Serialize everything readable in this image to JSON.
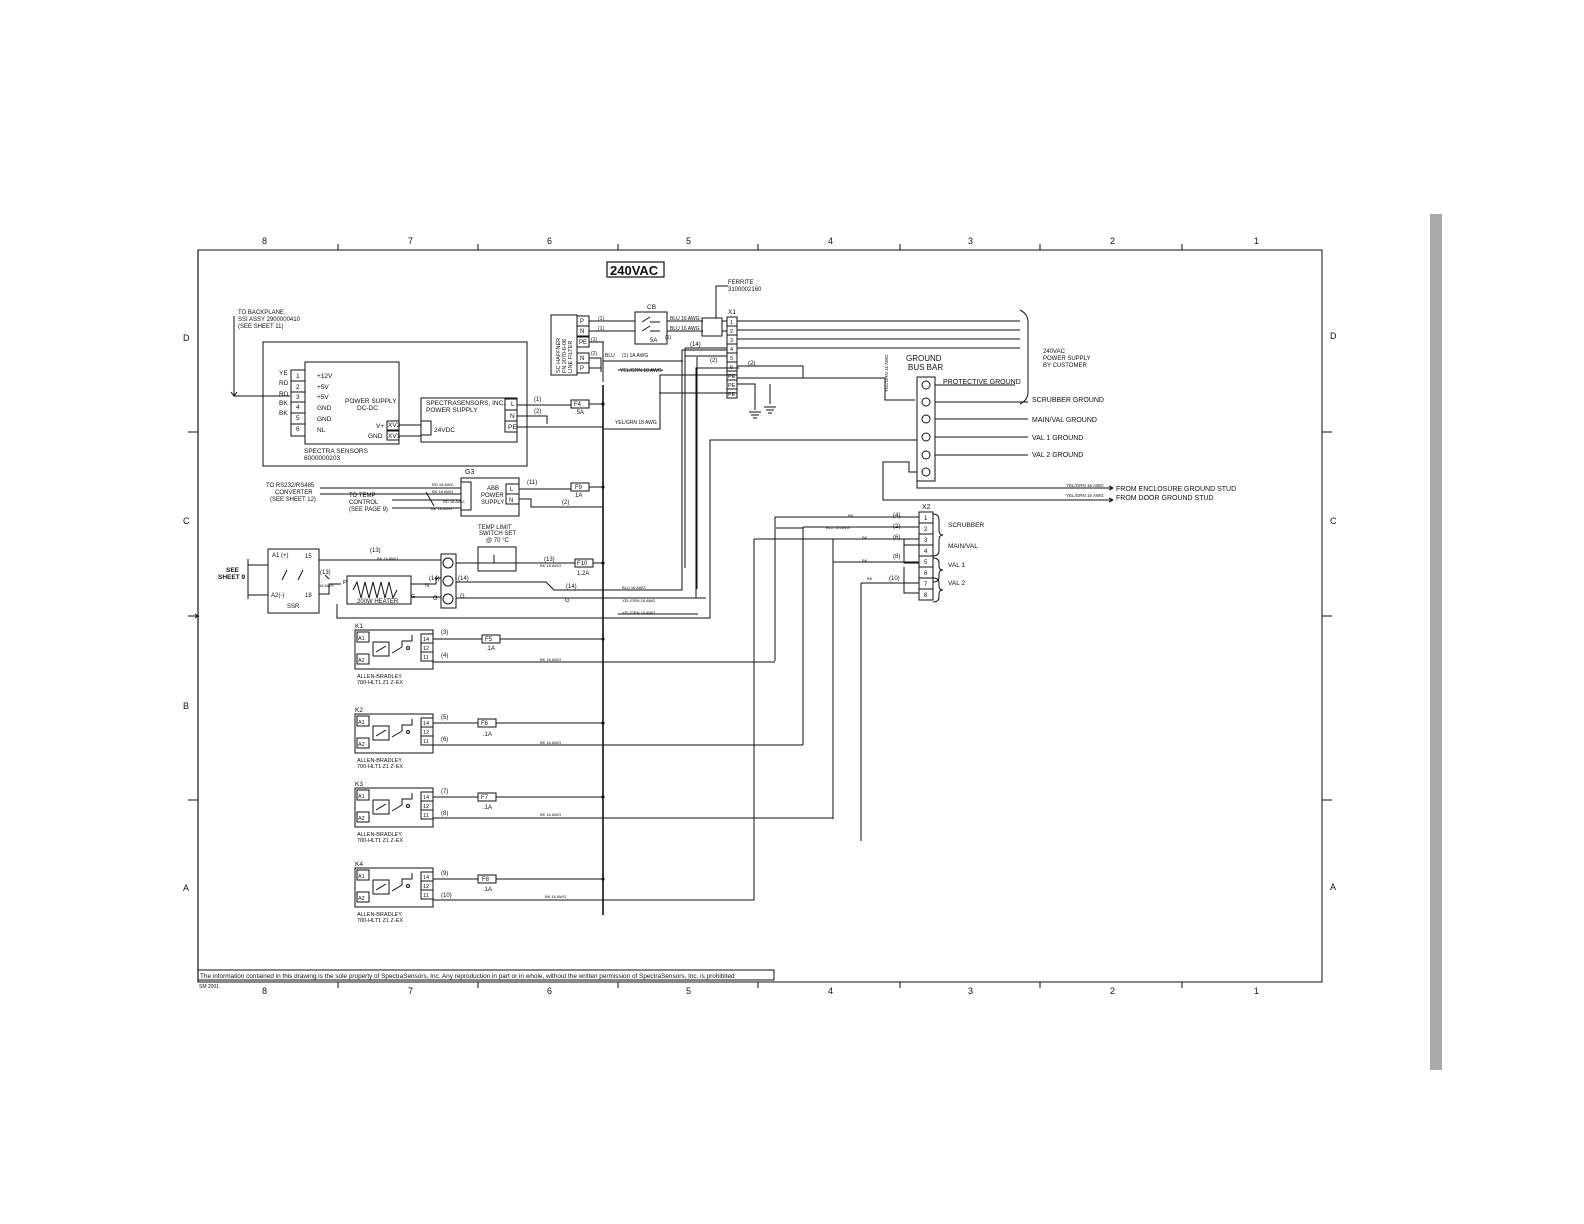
{
  "title": "240VAC",
  "border": {
    "columns": [
      "8",
      "7",
      "6",
      "5",
      "4",
      "3",
      "2",
      "1"
    ],
    "rows": [
      "D",
      "C",
      "B",
      "A"
    ]
  },
  "footer": {
    "notice": "The information contained in this drawing is the sole property of SpectraSensors, Inc. Any reproduction in part or in whole, without the written permission of SpectraSensors, Inc. is prohibited",
    "year": "SM 2001"
  },
  "labels": {
    "to_backplane": [
      "TO BACKPLANE",
      "SSI ASSY 2900000410",
      "(SEE SHEET 11)"
    ],
    "ferrite": [
      "FERRITE",
      "3100002160"
    ],
    "cb": "CB",
    "cb_rating": "5A",
    "x1": "X1",
    "line_filter": [
      "SC HAFFNER",
      "FN 2070-6-06",
      "LINE FILTER"
    ],
    "pwr_dcdc": [
      "POWER SUPPLY",
      "DC-DC"
    ],
    "pwr_dcdc_pins": [
      "+12V",
      "+5V",
      "+5V",
      "GND",
      "GND",
      "NL"
    ],
    "pwr_dcdc_colors": [
      "YE",
      "RD",
      "RD",
      "BK",
      "BK"
    ],
    "ssi_power": [
      "SPECTRASENSORS, INC.",
      "POWER SUPPLY"
    ],
    "ssi_out": [
      "V+",
      "GND"
    ],
    "vdc": "24VDC",
    "spectra_sensors": [
      "SPECTRA SENSORS",
      "6000000203"
    ],
    "f4": "F4",
    "f4_rating": ".5A",
    "ground_bus": [
      "GROUND",
      "BUS BAR"
    ],
    "customer_supply": [
      "240VAC",
      "POWER SUPPLY",
      "BY CUSTOMER"
    ],
    "grounds": [
      "PROTECTIVE GROUND",
      "SCRUBBER GROUND",
      "MAIN/VAL GROUND",
      "VAL 1 GROUND",
      "VAL 2 GROUND"
    ],
    "enclosure_stud": "FROM ENCLOSURE GROUND STUD",
    "door_stud": "FROM DOOR GROUND STUD",
    "g3": "G3",
    "to_rs": [
      "TO RS232/RS485",
      "CONVERTER",
      "(SEE SHEET 12)"
    ],
    "to_temp": [
      "TO TEMP",
      "CONTROL",
      "(SEE PAGE 9)"
    ],
    "abb": [
      "ABB",
      "POWER",
      "SUPPLY"
    ],
    "f9": "F9",
    "f9_rating": "1A",
    "temp_limit": [
      "TEMP LIMIT",
      "SWITCH SET",
      "@ 70 °C"
    ],
    "f10": "F10",
    "f10_rating": "1.2A",
    "see_sheet": [
      "SEE",
      "SHEET 9"
    ],
    "ssr": "SSR",
    "ssr_pins": [
      "A1 (+)",
      "15",
      "A2(-)",
      "18"
    ],
    "heater": "200W HEATER",
    "x2": "X2",
    "x2_labels": [
      "SCRUBBER",
      "MAIN/VAL",
      "VAL 1",
      "VAL 2"
    ],
    "relays": [
      {
        "tag": "K1",
        "fuse": "F5",
        "rating": ".1A",
        "model": [
          "ALLEN-BRADLEY",
          "700-HLT1 Z1 Z-EX"
        ],
        "wa": "(3)",
        "wb": "(4)"
      },
      {
        "tag": "K2",
        "fuse": "F6",
        "rating": ".1A",
        "model": [
          "ALLEN-BRADLEY",
          "700-HLT1 Z1 Z-EX"
        ],
        "wa": "(5)",
        "wb": "(6)"
      },
      {
        "tag": "K3",
        "fuse": "F7",
        "rating": ".1A",
        "model": [
          "ALLEN-BRADLEY",
          "700-HLT1 Z1 Z-EX"
        ],
        "wa": "(7)",
        "wb": "(8)"
      },
      {
        "tag": "K4",
        "fuse": "F8",
        "rating": ".1A",
        "model": [
          "ALLEN-BRADLEY",
          "700-HLT1 Z1 Z-EX"
        ],
        "wa": "(9)",
        "wb": "(10)"
      }
    ],
    "relay_pins": [
      "A1",
      "A2",
      "14",
      "12",
      "11"
    ]
  }
}
